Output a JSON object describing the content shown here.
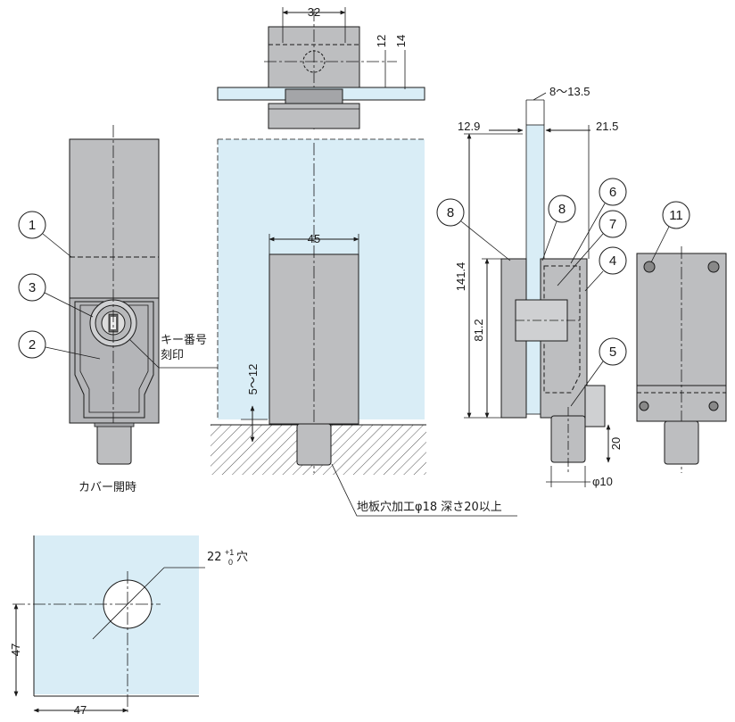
{
  "drawing": {
    "colors": {
      "part_fill": "#bdbec0",
      "part_dark": "#a4a5a8",
      "glass_fill": "#d9edf6",
      "line": "#1a1a1a"
    },
    "callouts": [
      "1",
      "3",
      "2",
      "8",
      "8",
      "6",
      "7",
      "4",
      "5",
      "11"
    ],
    "labels": {
      "key_number_line1": "キー番号",
      "key_number_line2": "刻印",
      "cover_open": "カバー開時",
      "floor_hole": "地板穴加工φ18 深さ20以上",
      "hole_base": "22",
      "hole_tol_upper": "+1",
      "hole_tol_lower": "0",
      "hole_suffix": "穴"
    },
    "dimensions": {
      "top_width": "32",
      "top_depth_a": "12",
      "top_depth_b": "14",
      "body_width": "45",
      "gap_range": "5～12",
      "glass_range": "8～13.5",
      "left_offset": "12.9",
      "right_offset": "21.5",
      "overall_height": "141.4",
      "inner_height": "81.2",
      "pin_length": "20",
      "pin_diameter": "φ10",
      "hole_pos_x": "47",
      "hole_pos_y": "47"
    }
  }
}
